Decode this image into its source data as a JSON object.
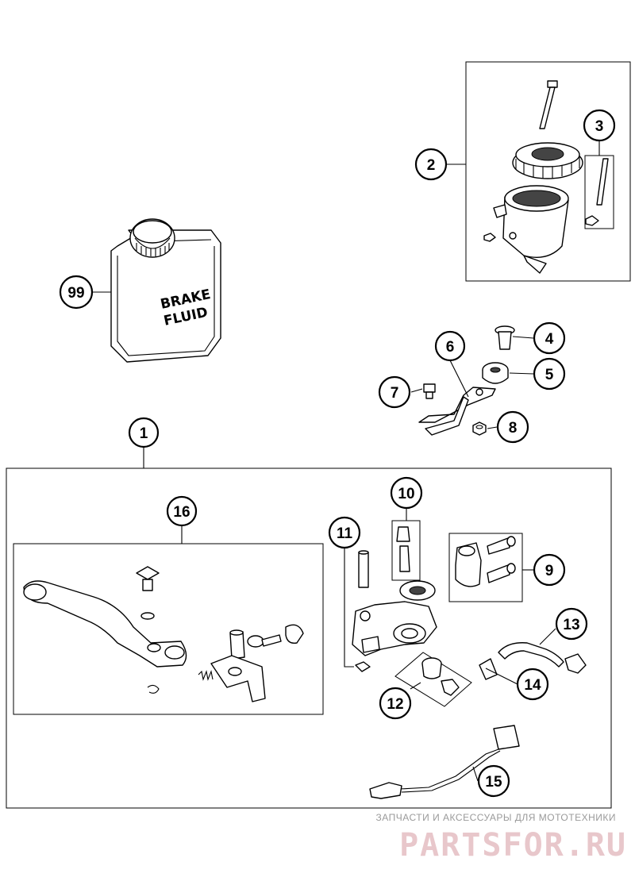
{
  "callouts": {
    "c1": "1",
    "c2": "2",
    "c3": "3",
    "c4": "4",
    "c5": "5",
    "c6": "6",
    "c7": "7",
    "c8": "8",
    "c9": "9",
    "c10": "10",
    "c11": "11",
    "c12": "12",
    "c13": "13",
    "c14": "14",
    "c15": "15",
    "c16": "16",
    "c99": "99"
  },
  "fluid_can": {
    "line1": "BRAKE",
    "line2": "FLUID"
  },
  "watermark": {
    "caption": "ЗАПЧАСТИ И АКСЕССУАРЫ ДЛЯ МОТОТЕХНИКИ",
    "brand": "PARTSFOR.RU"
  }
}
